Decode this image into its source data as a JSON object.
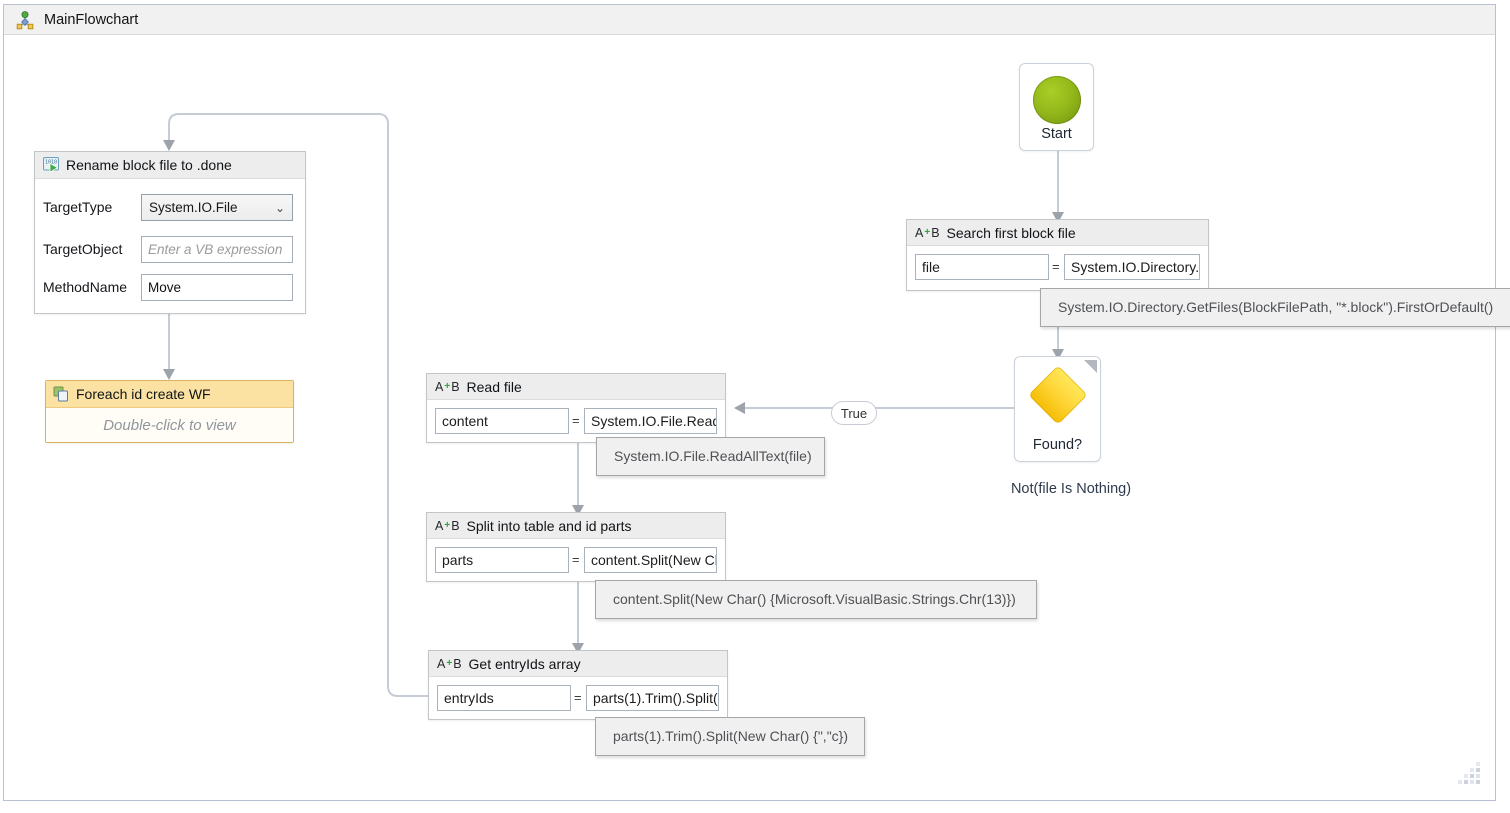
{
  "window": {
    "title": "MainFlowchart"
  },
  "ui": {
    "equals": "=",
    "chevron": "⌄"
  },
  "assign_icon": {
    "a": "A",
    "plus": "+",
    "b": "B"
  },
  "colors": {
    "start_circle_green": "#8aad15",
    "decision_diamond_yellow": "#fcc800",
    "foreach_header_yellow": "#fbe2a3",
    "activity_header_gray": "#ededee",
    "connector_gray": "#c6ccd5",
    "tooltip_gray": "#f0f0f1"
  },
  "nodes": {
    "start": {
      "label": "Start"
    },
    "search": {
      "title": "Search first block file",
      "to": "file",
      "expression": "System.IO.Directory.GetFiles(BlockFilePath, \"*.block\").FirstOrDefault()"
    },
    "found": {
      "label": "Found?",
      "condition": "Not(file Is Nothing)",
      "true_label": "True"
    },
    "read": {
      "title": "Read file",
      "to": "content",
      "expression": "System.IO.File.ReadAllText(file)"
    },
    "split": {
      "title": "Split into table and id parts",
      "to": "parts",
      "expression": "content.Split(New Char() {Microsoft.VisualBasic.Strings.Chr(13)})"
    },
    "entryids": {
      "title": "Get entryIds array",
      "to": "entryIds",
      "expression": "parts(1).Trim().Split(New Char() {\",\"c})"
    },
    "rename": {
      "title": "Rename block file to .done",
      "target_type_label": "TargetType",
      "target_type_value": "System.IO.File",
      "target_object_label": "TargetObject",
      "target_object_placeholder": "Enter a VB expression",
      "method_name_label": "MethodName",
      "method_name_value": "Move"
    },
    "foreach": {
      "title": "Foreach id create WF",
      "hint": "Double-click to view"
    }
  }
}
